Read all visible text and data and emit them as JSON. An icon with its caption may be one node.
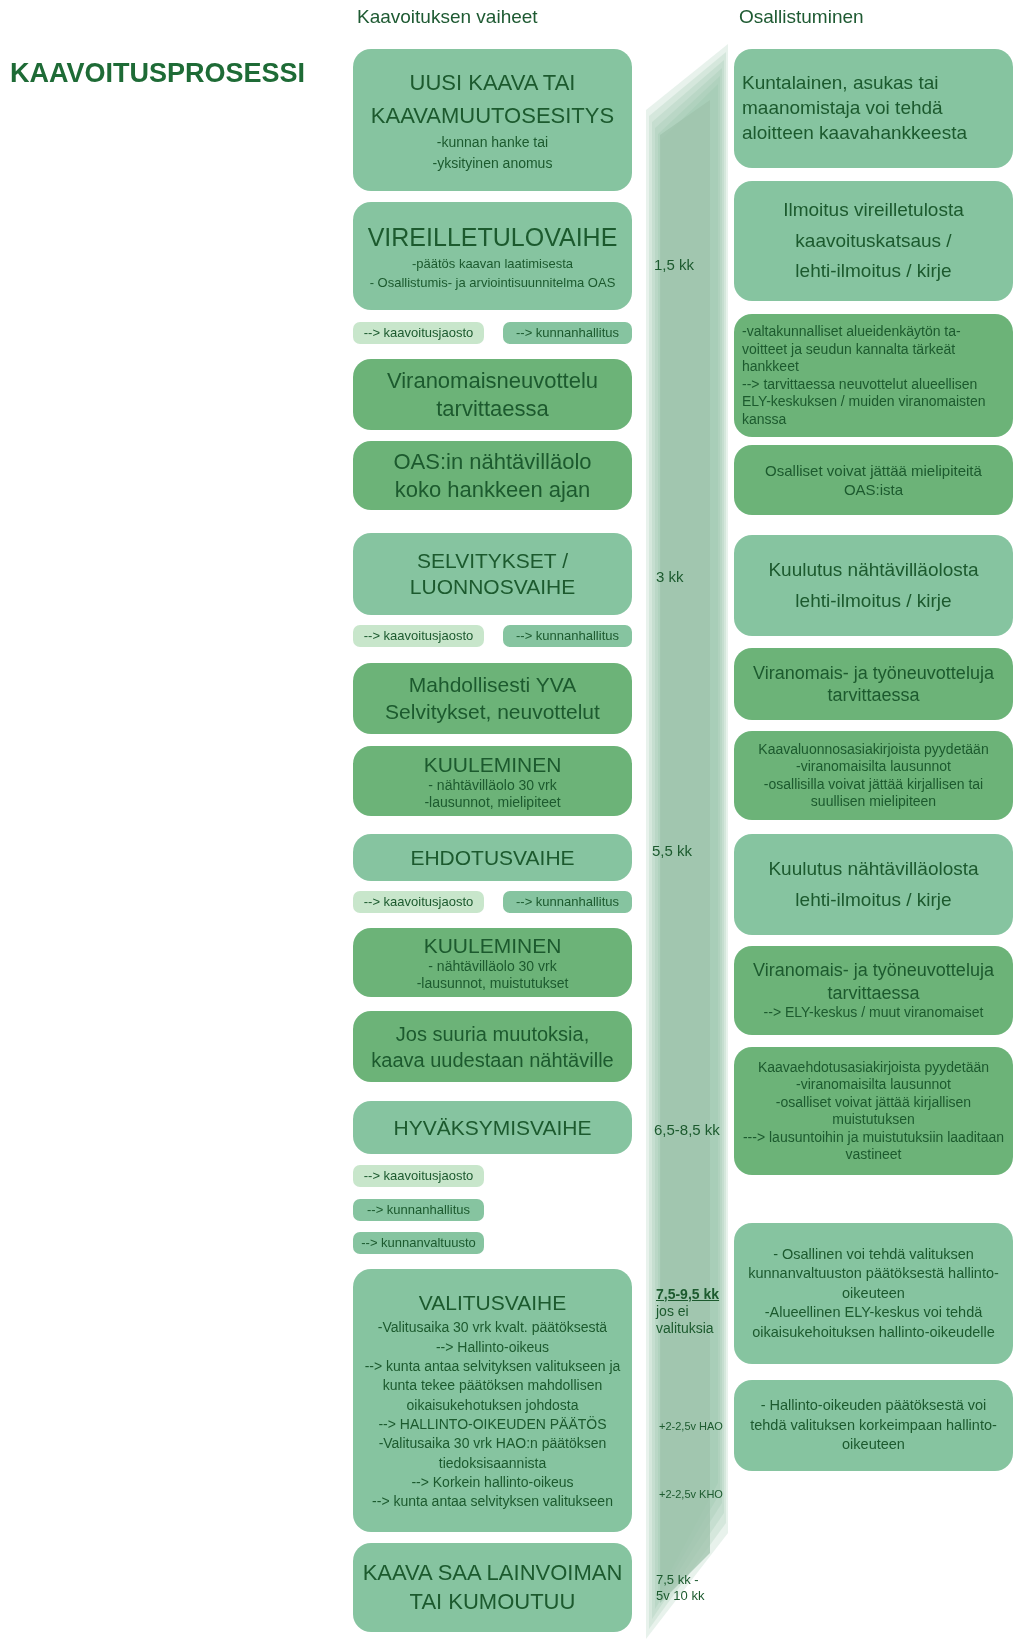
{
  "diagram": {
    "title": "KAAVOITUSPROSESSI",
    "nodes": [
      {
        "text": [
          "UUSI KAAVA TAI KAAVAMUUTOSESITYS",
          "-kunnan hanke tai",
          "-yksityinen anomus"
        ]
      },
      {
        "text": [
          "VIREILLETULOVAIHE",
          "-päätös kaavan laatimisesta",
          "- Osallistumis- ja arviointisuunnitelma OAS"
        ]
      },
      {
        "text": [
          "--> kaavoitusjaosto"
        ]
      },
      {
        "text": [
          "--> kunnanhallitus"
        ]
      },
      {
        "text": [
          "Viranomaisneuvottelu tarvittaessa"
        ]
      },
      {
        "text": [
          "OAS:in nähtävilläolo koko hankkeen ajan"
        ]
      },
      {
        "text": [
          "SELVITYKSET / LUONNOSVAIHE"
        ]
      },
      {
        "text": [
          "--> kaavoitusjaosto"
        ]
      },
      {
        "text": [
          "--> kunnanhallitus"
        ]
      },
      {
        "text": [
          "Mahdollisesti YVA",
          "Selvitykset, neuvottelut"
        ]
      },
      {
        "text": [
          "KUULEMINEN",
          "- nähtävilläolo 30 vrk",
          "-lausunnot, mielipiteet"
        ]
      },
      {
        "text": [
          "EHDOTUSVAIHE"
        ]
      },
      {
        "text": [
          "--> kaavoitusjaosto"
        ]
      },
      {
        "text": [
          "--> kunnanhallitus"
        ]
      },
      {
        "text": [
          "KUULEMINEN",
          "- nähtävilläolo 30 vrk",
          "-lausunnot, muistutukset"
        ]
      },
      {
        "text": [
          "Jos suuria muutoksia, kaava uudestaan nähtäville"
        ]
      },
      {
        "text": [
          "HYVÄKSYMISVAIHE"
        ]
      },
      {
        "text": [
          "--> kaavoitusjaosto"
        ]
      },
      {
        "text": [
          "--> kunnanhallitus"
        ]
      },
      {
        "text": [
          "--> kunnanvaltuusto"
        ]
      },
      {
        "text": [
          "VALITUSVAIHE",
          "-Valitusaika 30 vrk kvalt. päätöksestä",
          "--> Hallinto-oikeus",
          "--> kunta antaa selvityksen valitukseen ja kunta tekee päätöksen mahdollisen oikaisukehotuksen johdosta",
          "--> HALLINTO-OIKEUDEN PÄÄTÖS",
          "-Valitusaika 30 vrk HAO:n päätöksen tiedoksisaannista",
          "--> Korkein hallinto-oikeus",
          "--> kunta antaa selvityksen valitukseen"
        ]
      },
      {
        "text": [
          "KAAVA SAA LAINVOIMAN TAI KUMOUTUU"
        ]
      },
      {
        "text": [
          "1,5 kk",
          "3 kk",
          "5,5 kk",
          "6,5-8,5 kk",
          "**7,5-9,5 kk** jos ei valituksia",
          "+2-2,5v HAO",
          "+2-2,5v KHO",
          "7,5 kk - 5v 10 kk"
        ]
      },
      {
        "text": [
          "Kuntalainen, asukas tai maanomistaja voi tehdä aloitteen kaavahankkeesta"
        ]
      },
      {
        "text": [
          "Ilmoitus vireilletulosta",
          "kaavoituskatsaus / lehti-ilmoitus / kirje"
        ]
      },
      {
        "text": [
          "-valtakunnalliset alueidenkäytön ta-voitteet ja seudun kannalta tärkeät hankkeet",
          "--> tarvittaessa neuvottelut alueellisen ELY-keskuksen / muiden viranomaisten kanssa"
        ]
      },
      {
        "text": [
          "Osalliset voivat jättää mielipiteitä OAS:ista"
        ]
      },
      {
        "text": [
          "Kuulutus nähtävilläolosta",
          "lehti-ilmoitus / kirje"
        ]
      },
      {
        "text": [
          "Viranomais- ja työneuvotteluja tarvittaessa"
        ]
      },
      {
        "text": [
          "Kaavaluonnosasiakirjoista pyydetään",
          "-viranomaisilta lausunnot",
          "-osallisilla voivat jättää kirjallisen tai suullisen mielipiteen"
        ]
      },
      {
        "text": [
          "Kuulutus nähtävilläolosta",
          "lehti-ilmoitus / kirje"
        ]
      },
      {
        "text": [
          "Viranomais- ja työneuvotteluja tarvittaessa",
          "--> ELY-keskus / muut viranomaiset"
        ]
      },
      {
        "text": [
          "Kaavaehdotusasiakirjoista pyydetään",
          "-viranomaisilta lausunnot",
          "-osalliset voivat jättää kirjallisen muistutuksen",
          "---> lausuntoihin ja muistutuksiin laaditaan vastineet"
        ]
      },
      {
        "text": [
          "- Osallinen voi tehdä valituksen kunnanvaltuuston päätöksestä hallinto-oikeuteen",
          "-Alueellinen ELY-keskus voi tehdä oikaisukehoituksen hallinto-oikeudelle"
        ]
      },
      {
        "text": [
          "- Hallinto-oikeuden päätöksestä voi tehdä valituksen korkeimpaan hallinto-oikeuteen"
        ]
      }
    ],
    "labels": [
      "Kaavoituksen vaiheet",
      "Osallistuminen"
    ]
  }
}
